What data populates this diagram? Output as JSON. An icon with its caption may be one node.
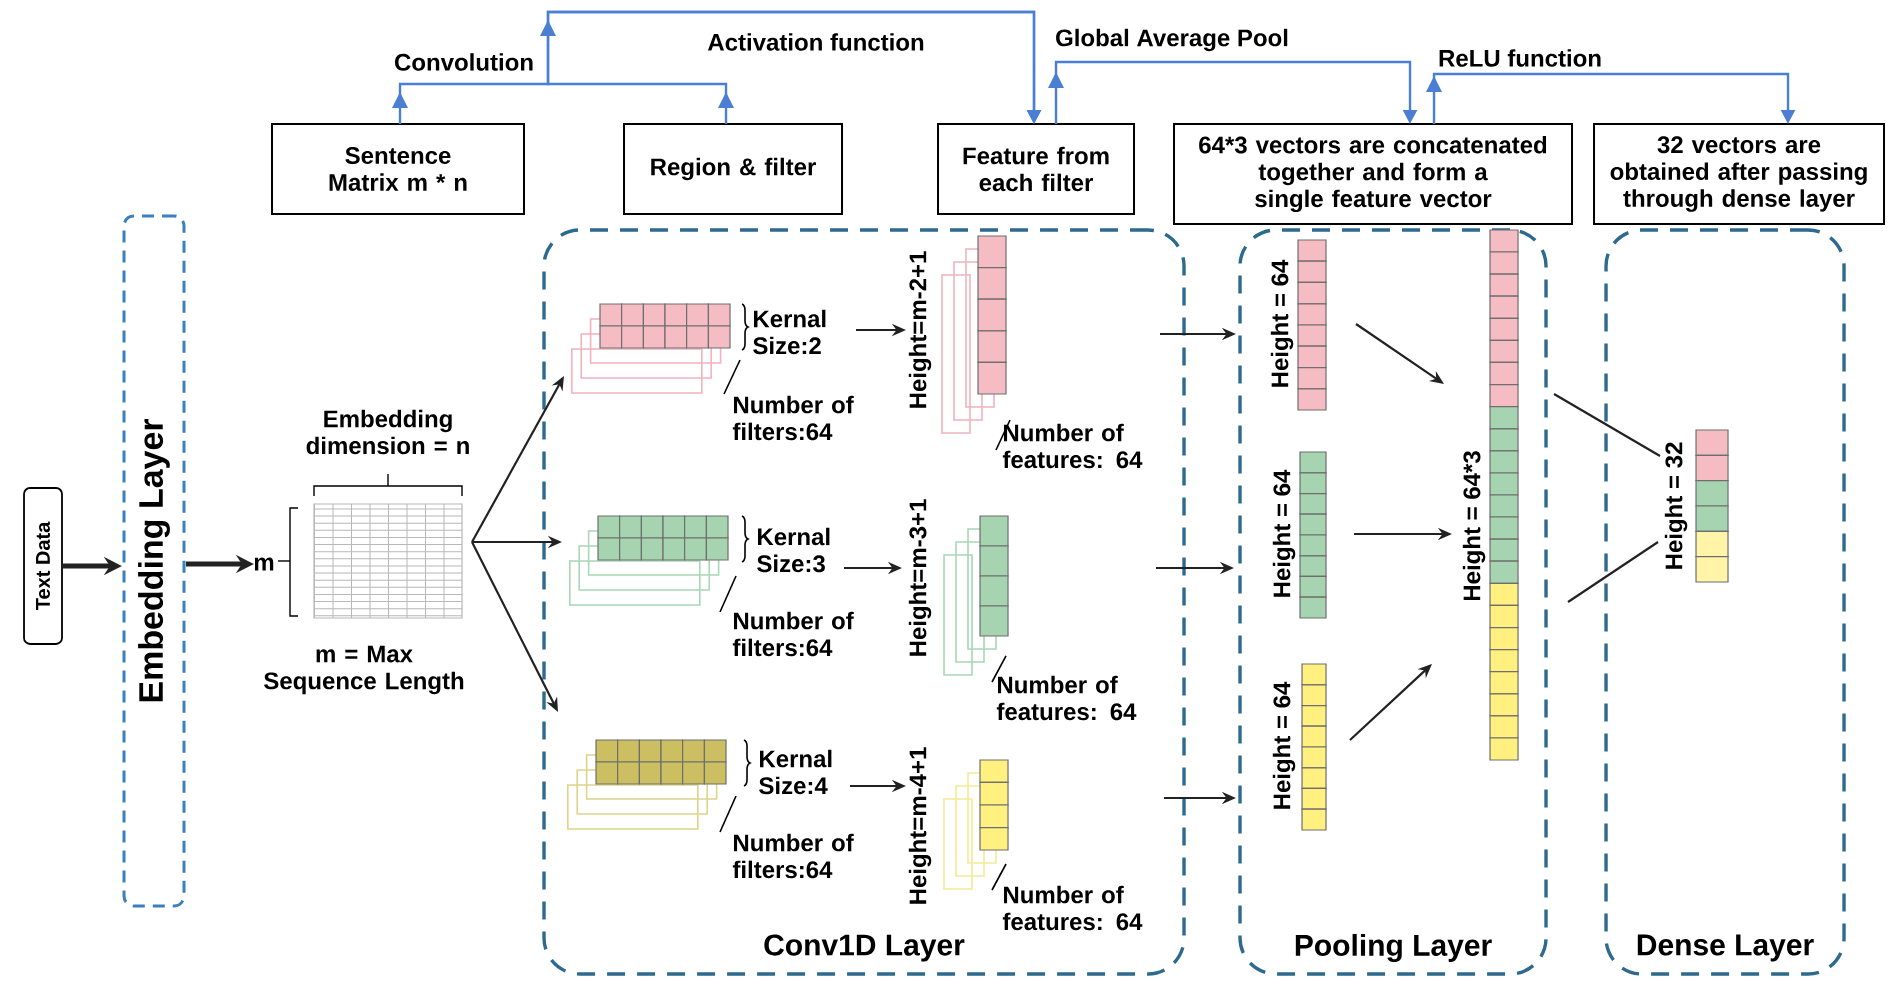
{
  "diagram": {
    "nodes": [
      {
        "text": [
          "Sentence Matrix m * n"
        ]
      },
      {
        "text": [
          "Region & filter"
        ]
      },
      {
        "text": [
          "Feature from each filter"
        ]
      },
      {
        "text": [
          "64*3 vectors are concatenated together and form a single feature vector"
        ]
      },
      {
        "text": [
          "32 vectors are obtained after passing through dense layer"
        ]
      },
      {
        "text": [
          "Text Data"
        ]
      },
      {
        "text": [
          "Embedding Layer"
        ]
      },
      {
        "text": [
          "Conv1D Layer"
        ]
      },
      {
        "text": [
          "Pooling Layer"
        ]
      },
      {
        "text": [
          "Dense Layer"
        ]
      },
      {
        "text": [],
        "shape": "grid",
        "beside": [
          "Embedding dimension = n",
          "m",
          "m = Max Sequence Length"
        ]
      },
      {
        "text": [],
        "shape": "box",
        "in": 7,
        "beside": [
          "Kernal Size:2",
          "Number of filters:64"
        ]
      },
      {
        "text": [],
        "shape": "box",
        "in": 7,
        "beside": [
          "Kernal Size:3",
          "Number of filters:64"
        ]
      },
      {
        "text": [],
        "shape": "box",
        "in": 7,
        "beside": [
          "Kernal Size:4",
          "Number of filters:64"
        ]
      },
      {
        "text": [],
        "shape": "box",
        "in": 7,
        "beside": [
          "Height=m-2+1",
          "Number of features: 64"
        ]
      },
      {
        "text": [],
        "shape": "box",
        "in": 7,
        "beside": [
          "Height=m-3+1",
          "Number of features: 64"
        ]
      },
      {
        "text": [],
        "shape": "box",
        "in": 7,
        "beside": [
          "Height=m-4+1",
          "Number of features: 64"
        ]
      },
      {
        "text": [],
        "shape": "bar",
        "in": 8,
        "beside": [
          "Height = 64"
        ]
      },
      {
        "text": [],
        "shape": "bar",
        "in": 8,
        "beside": [
          "Height = 64"
        ]
      },
      {
        "text": [],
        "shape": "bar",
        "in": 8,
        "beside": [
          "Height = 64"
        ]
      },
      {
        "text": [],
        "shape": "bar",
        "in": 8,
        "beside": [
          "Height = 64*3"
        ]
      },
      {
        "text": [],
        "shape": "bar",
        "in": 9,
        "beside": [
          "Height = 32"
        ]
      }
    ],
    "edges": [
      {
        "from": 0,
        "to": 2,
        "arrow": "to",
        "color": "#4a7fd4"
      },
      {
        "from": 1,
        "to": 2,
        "arrow": "to",
        "color": "#4a7fd4"
      },
      {
        "from": 2,
        "to": 3,
        "arrow": "to",
        "label": "Global Average Pool",
        "color": "#4a7fd4"
      },
      {
        "from": 3,
        "to": 4,
        "arrow": "to",
        "label": "ReLU function",
        "color": "#4a7fd4"
      },
      {
        "from": 5,
        "to": 6,
        "arrow": "to",
        "style": "thick"
      },
      {
        "from": 6,
        "to": 10,
        "arrow": "to",
        "style": "thick"
      },
      {
        "from": 10,
        "to": 11,
        "arrow": "to"
      },
      {
        "from": 10,
        "to": 12,
        "arrow": "to"
      },
      {
        "from": 10,
        "to": 13,
        "arrow": "to"
      },
      {
        "from": 11,
        "to": 14,
        "arrow": "to"
      },
      {
        "from": 12,
        "to": 15,
        "arrow": "to"
      },
      {
        "from": 13,
        "to": 16,
        "arrow": "to"
      },
      {
        "from": 14,
        "to": 17,
        "arrow": "to"
      },
      {
        "from": 15,
        "to": 18,
        "arrow": "to"
      },
      {
        "from": 16,
        "to": 19,
        "arrow": "to"
      },
      {
        "from": 17,
        "to": 20,
        "arrow": "to"
      },
      {
        "from": 18,
        "to": 20,
        "arrow": "to"
      },
      {
        "from": 19,
        "to": 20,
        "arrow": "to"
      },
      {
        "from": 20,
        "to": 21,
        "arrow": "none"
      },
      {
        "from": 20,
        "to": 21,
        "arrow": "none"
      }
    ],
    "labels": [
      "Convolution",
      "Activation function"
    ]
  }
}
